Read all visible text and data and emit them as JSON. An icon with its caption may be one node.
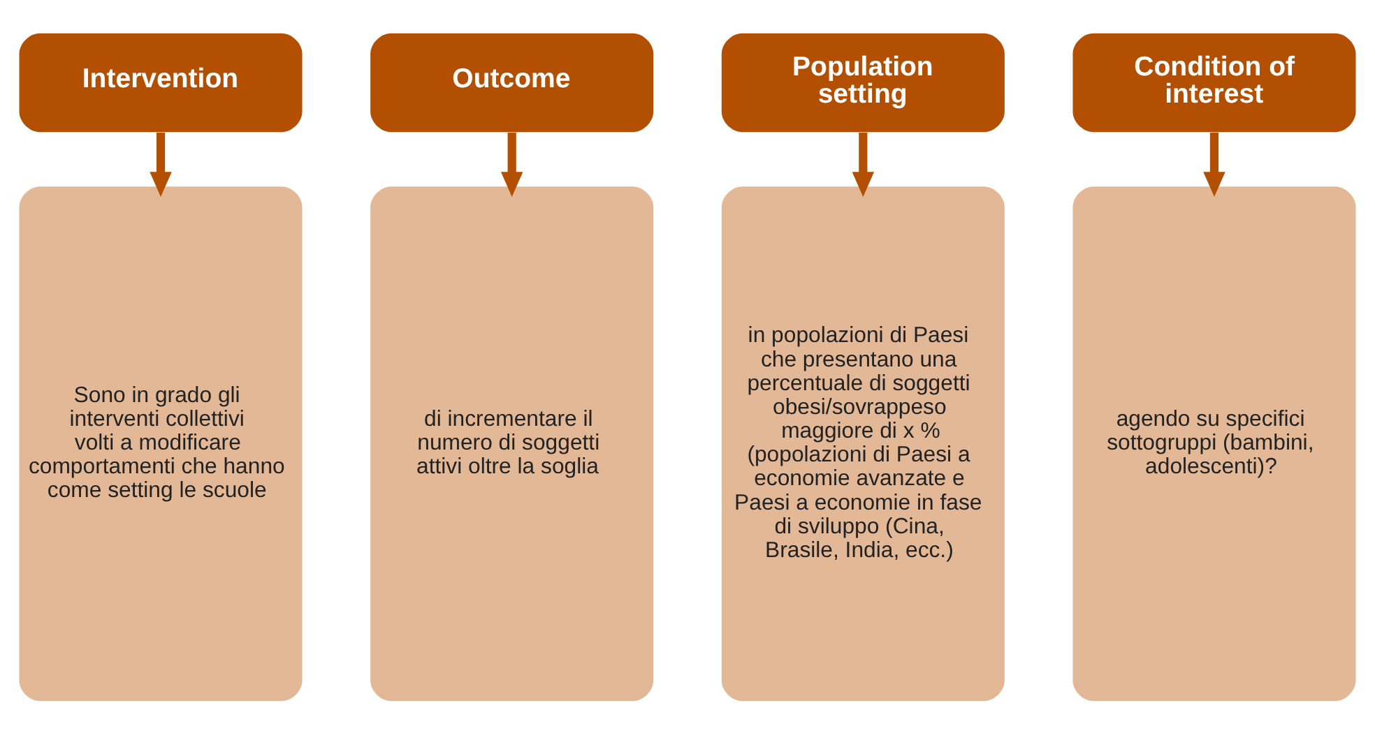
{
  "diagram": {
    "nodes": [
      {
        "text": [
          "Intervention"
        ]
      },
      {
        "text": [
          "Outcome"
        ]
      },
      {
        "text": [
          "Population setting"
        ]
      },
      {
        "text": [
          "Condition of interest"
        ]
      },
      {
        "text": [
          "Sono in grado gli interventi collettivi volti a modificare comportamenti che hanno come setting le scuole"
        ]
      },
      {
        "text": [
          "di incrementare il numero di soggetti attivi oltre la soglia"
        ]
      },
      {
        "text": [
          "in popolazioni di Paesi che presentano una percentuale di soggetti obesi/sovrappeso maggiore di x % (popolazioni di Paesi a economie avanzate e Paesi a economie in fase di sviluppo (Cina, Brasile, India, ecc.)"
        ]
      },
      {
        "text": [
          "agendo su specifici sottogruppi (bambini, adolescenti)?"
        ]
      }
    ],
    "edges": [
      {
        "from": 0,
        "to": 4,
        "arrow": "to"
      },
      {
        "from": 1,
        "to": 5,
        "arrow": "to"
      },
      {
        "from": 2,
        "to": 6,
        "arrow": "to"
      },
      {
        "from": 3,
        "to": 7,
        "arrow": "to"
      }
    ]
  }
}
